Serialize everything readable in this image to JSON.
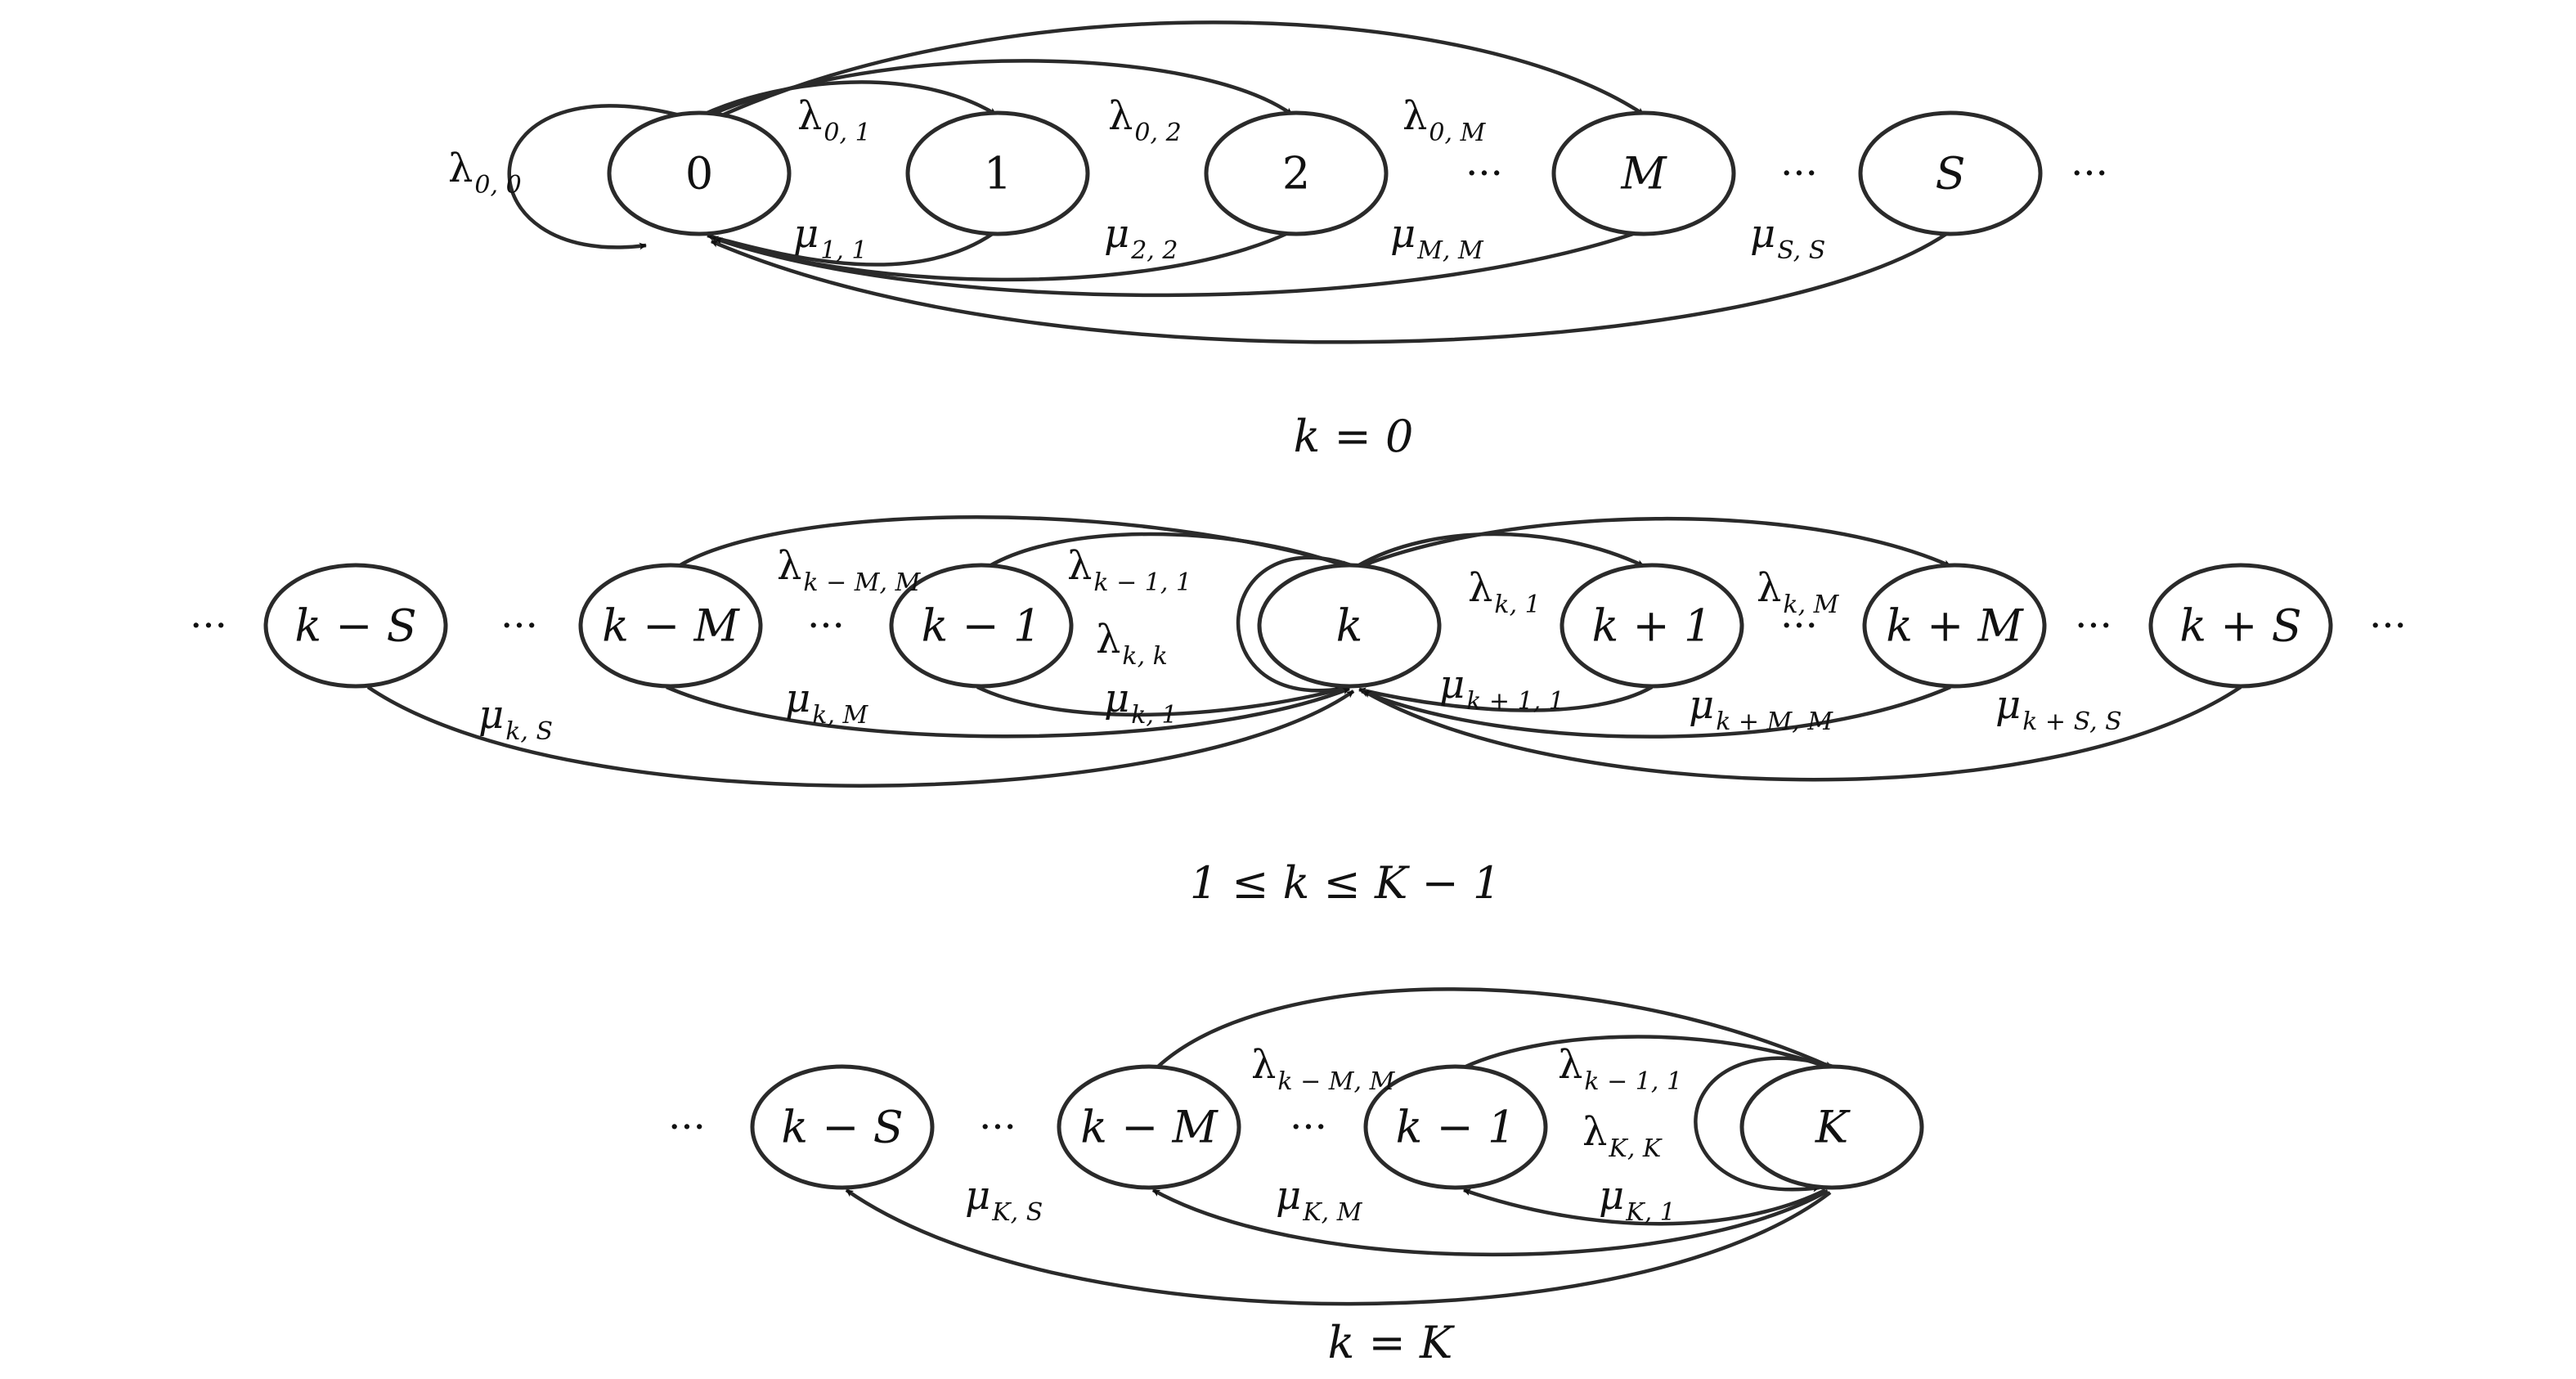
{
  "panels": [
    {
      "caption": "k = 0",
      "nodes": [
        "0",
        "1",
        "2",
        "M",
        "S"
      ],
      "dots": [
        "···",
        "···",
        "···"
      ],
      "labels": [
        {
          "base": "λ",
          "sub": "0, 0"
        },
        {
          "base": "λ",
          "sub": "0, 1"
        },
        {
          "base": "λ",
          "sub": "0, 2"
        },
        {
          "base": "λ",
          "sub": "0, M"
        },
        {
          "base": "μ",
          "sub": "1, 1"
        },
        {
          "base": "μ",
          "sub": "2, 2"
        },
        {
          "base": "μ",
          "sub": "M, M"
        },
        {
          "base": "μ",
          "sub": "S, S"
        }
      ]
    },
    {
      "caption": "1 ≤ k ≤ K − 1",
      "nodes": [
        "k − S",
        "k − M",
        "k − 1",
        "k",
        "k + 1",
        "k + M",
        "k + S"
      ],
      "dots": [
        "···",
        "···",
        "···",
        "···",
        "···",
        "···"
      ],
      "labels": [
        {
          "base": "λ",
          "sub": "k − M, M"
        },
        {
          "base": "λ",
          "sub": "k − 1, 1"
        },
        {
          "base": "λ",
          "sub": "k, k"
        },
        {
          "base": "λ",
          "sub": "k, 1"
        },
        {
          "base": "λ",
          "sub": "k, M"
        },
        {
          "base": "μ",
          "sub": "k, S"
        },
        {
          "base": "μ",
          "sub": "k, M"
        },
        {
          "base": "μ",
          "sub": "k, 1"
        },
        {
          "base": "μ",
          "sub": "k + 1, 1"
        },
        {
          "base": "μ",
          "sub": "k + M, M"
        },
        {
          "base": "μ",
          "sub": "k + S, S"
        }
      ]
    },
    {
      "caption": "k = K",
      "nodes": [
        "k − S",
        "k − M",
        "k − 1",
        "K"
      ],
      "dots": [
        "···",
        "···",
        "···"
      ],
      "labels": [
        {
          "base": "λ",
          "sub": "k − M, M"
        },
        {
          "base": "λ",
          "sub": "k − 1, 1"
        },
        {
          "base": "λ",
          "sub": "K, K"
        },
        {
          "base": "μ",
          "sub": "K, S"
        },
        {
          "base": "μ",
          "sub": "K, M"
        },
        {
          "base": "μ",
          "sub": "K, 1"
        }
      ]
    }
  ]
}
